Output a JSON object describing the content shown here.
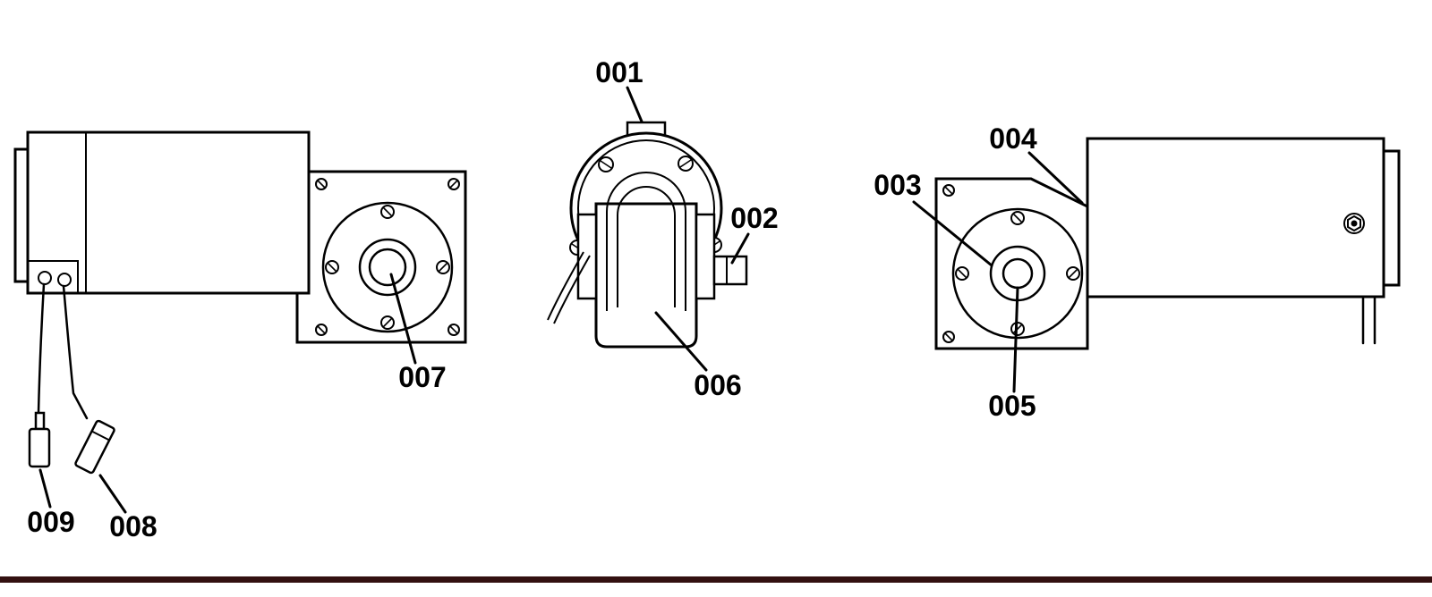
{
  "colors": {
    "line": "#000000",
    "background": "#ffffff",
    "divider": "#331010"
  },
  "labels": {
    "p001": "001",
    "p002": "002",
    "p003": "003",
    "p004": "004",
    "p005": "005",
    "p006": "006",
    "p007": "007",
    "p008": "008",
    "p009": "009"
  }
}
